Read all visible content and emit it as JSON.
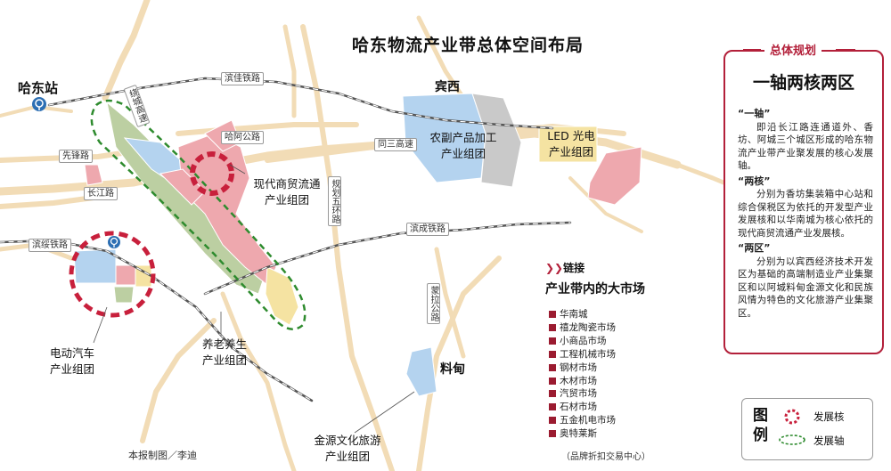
{
  "map": {
    "title": "哈东物流产业带总体空间布局",
    "places": {
      "hadong_station": "哈东站",
      "binxi": "宾西",
      "liaodian": "料甸"
    },
    "roads": {
      "binjia_railway": "滨佳铁路",
      "raocheng_highway": "绕城高速",
      "haa_road": "哈阿公路",
      "xianfeng_road": "先锋路",
      "tongsan_highway": "同三高速",
      "changjiang_road": "长江路",
      "guihua_ring5": "规划五环路",
      "bincheng_railway": "滨成铁路",
      "binsui_railway": "滨绥铁路",
      "mengla_road": "蒙拉公路"
    },
    "zones": {
      "agri_processing": [
        "农副产品加工",
        "产业组团"
      ],
      "led": [
        "LED 光电",
        "产业组团"
      ],
      "modern_trade": [
        "现代商贸流通",
        "产业组团"
      ],
      "electric_vehicle": [
        "电动汽车",
        "产业组团"
      ],
      "elderly_care": [
        "养老养生",
        "产业组团"
      ],
      "jinyuan_tourism": [
        "金源文化旅游",
        "产业组团"
      ]
    },
    "credit": "本报制图／李迪",
    "colors": {
      "road": "#f2dcb6",
      "railway": "#555555",
      "core": "#c8203c",
      "axis": "#2e8b2e",
      "green_zone": "#bccfa2",
      "pink_zone": "#eea8ae",
      "blue_zone": "#b4d3ef",
      "gray_zone": "#c9c9c9",
      "yellow_zone": "#f5e3a2"
    }
  },
  "panel": {
    "header": "总体规划",
    "title": "一轴两核两区",
    "sections": [
      {
        "heading": "“一轴”",
        "text": "即沿长江路连通道外、香坊、阿城三个城区形成的哈东物流产业带产业聚发展的核心发展轴。"
      },
      {
        "heading": "“两核”",
        "text": "分别为香坊集装箱中心站和综合保税区为依托的开发型产业发展核和以华南城为核心依托的现代商贸流通产业发展核。"
      },
      {
        "heading": "“两区”",
        "text": "分别为以宾西经济技术开发区为基础的高端制造业产业集聚区和以阿城料甸金源文化和民族风情为特色的文化旅游产业集聚区。"
      }
    ]
  },
  "markets": {
    "link_label": "链接",
    "title": "产业带内的大市场",
    "items": [
      "华南城",
      "禧龙陶瓷市场",
      "小商品市场",
      "工程机械市场",
      "钢材市场",
      "木材市场",
      "汽贸市场",
      "石材市场",
      "五金机电市场",
      "奥特莱斯"
    ],
    "note": "（品牌折扣交易中心）"
  },
  "legend": {
    "title": "图例",
    "core_label": "发展核",
    "axis_label": "发展轴"
  }
}
